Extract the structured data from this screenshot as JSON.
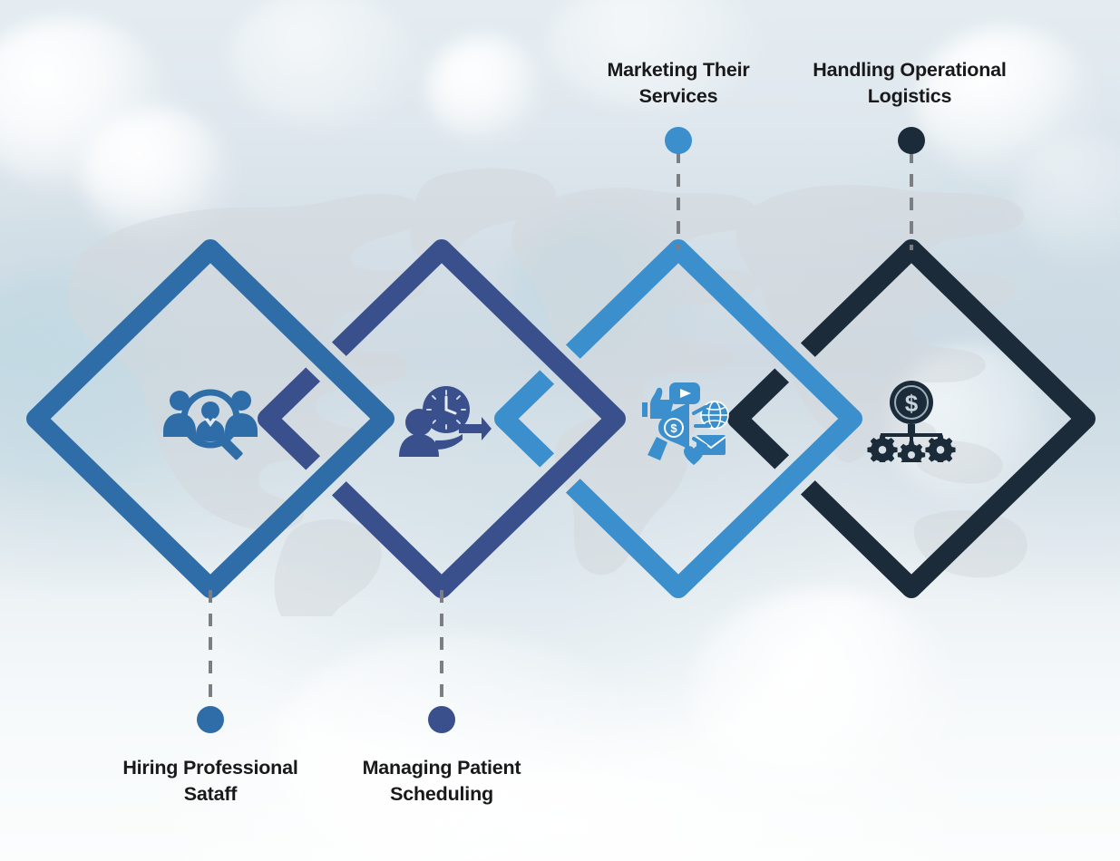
{
  "page": {
    "type": "infographic",
    "theme": "healthcare-operations",
    "background_description": "blurred light blue hospital interior with faint world map overlay"
  },
  "palette": {
    "step1_blue": "#2E6DA8",
    "step2_navy": "#39508D",
    "step3_skyblue": "#3B8FCC",
    "step4_dark": "#1B2B3A",
    "connector_gray": "#7b7f84",
    "label_text": "#19191b",
    "worldmap_gray": "#d4d9dd"
  },
  "steps": [
    {
      "id": "step-1",
      "label": "Hiring Professional\nSataff",
      "label_position": "bottom",
      "color": "#2E6DA8",
      "icon": "people-search-icon",
      "icon_description": "three person silhouettes with magnifying glass"
    },
    {
      "id": "step-2",
      "label": "Managing Patient\nScheduling",
      "label_position": "bottom",
      "color": "#39508D",
      "icon": "person-clock-arrow-icon",
      "icon_description": "person with clock and upward arrow"
    },
    {
      "id": "step-3",
      "label": "Marketing Their\nServices",
      "label_position": "top",
      "color": "#3B8FCC",
      "icon": "megaphone-marketing-icon",
      "icon_description": "megaphone with thumbs up, play button, globe, envelope and heart"
    },
    {
      "id": "step-4",
      "label": "Handling Operational\nLogistics",
      "label_position": "top",
      "color": "#1B2B3A",
      "icon": "dollar-coin-gears-icon",
      "icon_description": "dollar coin connected to three gears"
    }
  ]
}
